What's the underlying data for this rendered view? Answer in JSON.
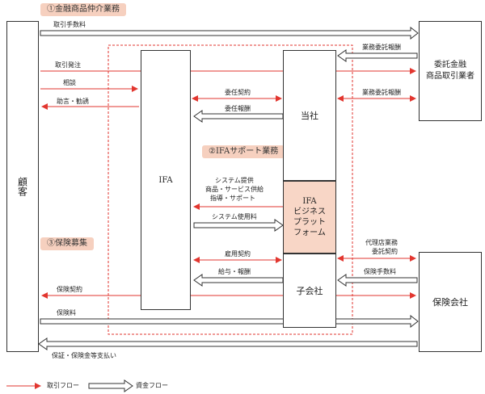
{
  "badges": {
    "section1": "①金融商品仲介業務",
    "section2": "②IFAサポート業務",
    "section3": "③保険募集"
  },
  "boxes": {
    "customer": "顧客",
    "ifa": "IFA",
    "company": "当社",
    "platform_line1": "IFA",
    "platform_line2": "ビジネス",
    "platform_line3": "プラット",
    "platform_line4": "フォーム",
    "subsidiary": "子会社",
    "broker_line1": "委託金融",
    "broker_line2": "商品取引業者",
    "insurer": "保険会社"
  },
  "flows": {
    "commission_fee": "取引手数料",
    "order": "取引発注",
    "consult": "相談",
    "advice": "助言・勧誘",
    "delegation_contract": "委任契約",
    "delegation_fee": "委任報酬",
    "business_fee": "業務委託報酬",
    "business_fee2": "業務委託報酬",
    "system_line1": "システム提供",
    "system_line2": "商品・サービス供給",
    "system_line3": "指導・サポート",
    "system_usage_fee": "システム使用料",
    "employment": "雇用契約",
    "salary": "給与・報酬",
    "agency_line1": "代理店業務",
    "agency_line2": "委託契約",
    "insurance_fee": "保険手数料",
    "insurance_contract": "保険契約",
    "premium": "保険料",
    "payout": "保証・保険金等支払い"
  },
  "legend": {
    "transaction": "取引フロー",
    "money": "資金フロー"
  },
  "colors": {
    "transaction_flow": "#e2362f",
    "money_flow": "#333333",
    "badge_bg": "#f6d0bf",
    "platform_bg": "#f8d6c6"
  }
}
